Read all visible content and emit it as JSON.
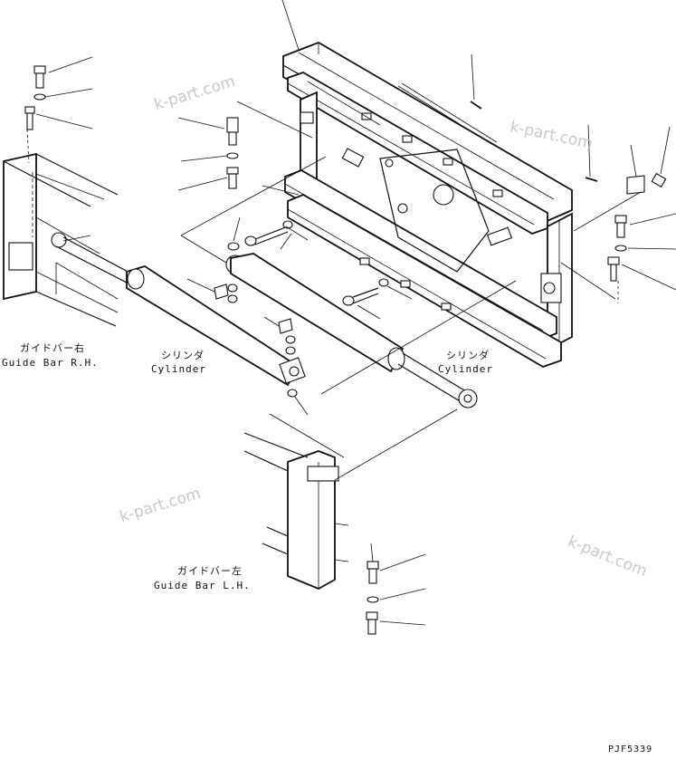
{
  "labels": {
    "guide_bar_rh_jp": "ガイドバー右",
    "guide_bar_rh_en": "Guide Bar R.H.",
    "cylinder_left_jp": "シリンダ",
    "cylinder_left_en": "Cylinder",
    "cylinder_right_jp": "シリンダ",
    "cylinder_right_en": "Cylinder",
    "guide_bar_lh_jp": "ガイドバー左",
    "guide_bar_lh_en": "Guide Bar L.H.",
    "drawing_code": "PJF5339"
  },
  "watermarks": [
    "k-part.com",
    "k-part.com",
    "k-part.com",
    "k-part.com"
  ]
}
